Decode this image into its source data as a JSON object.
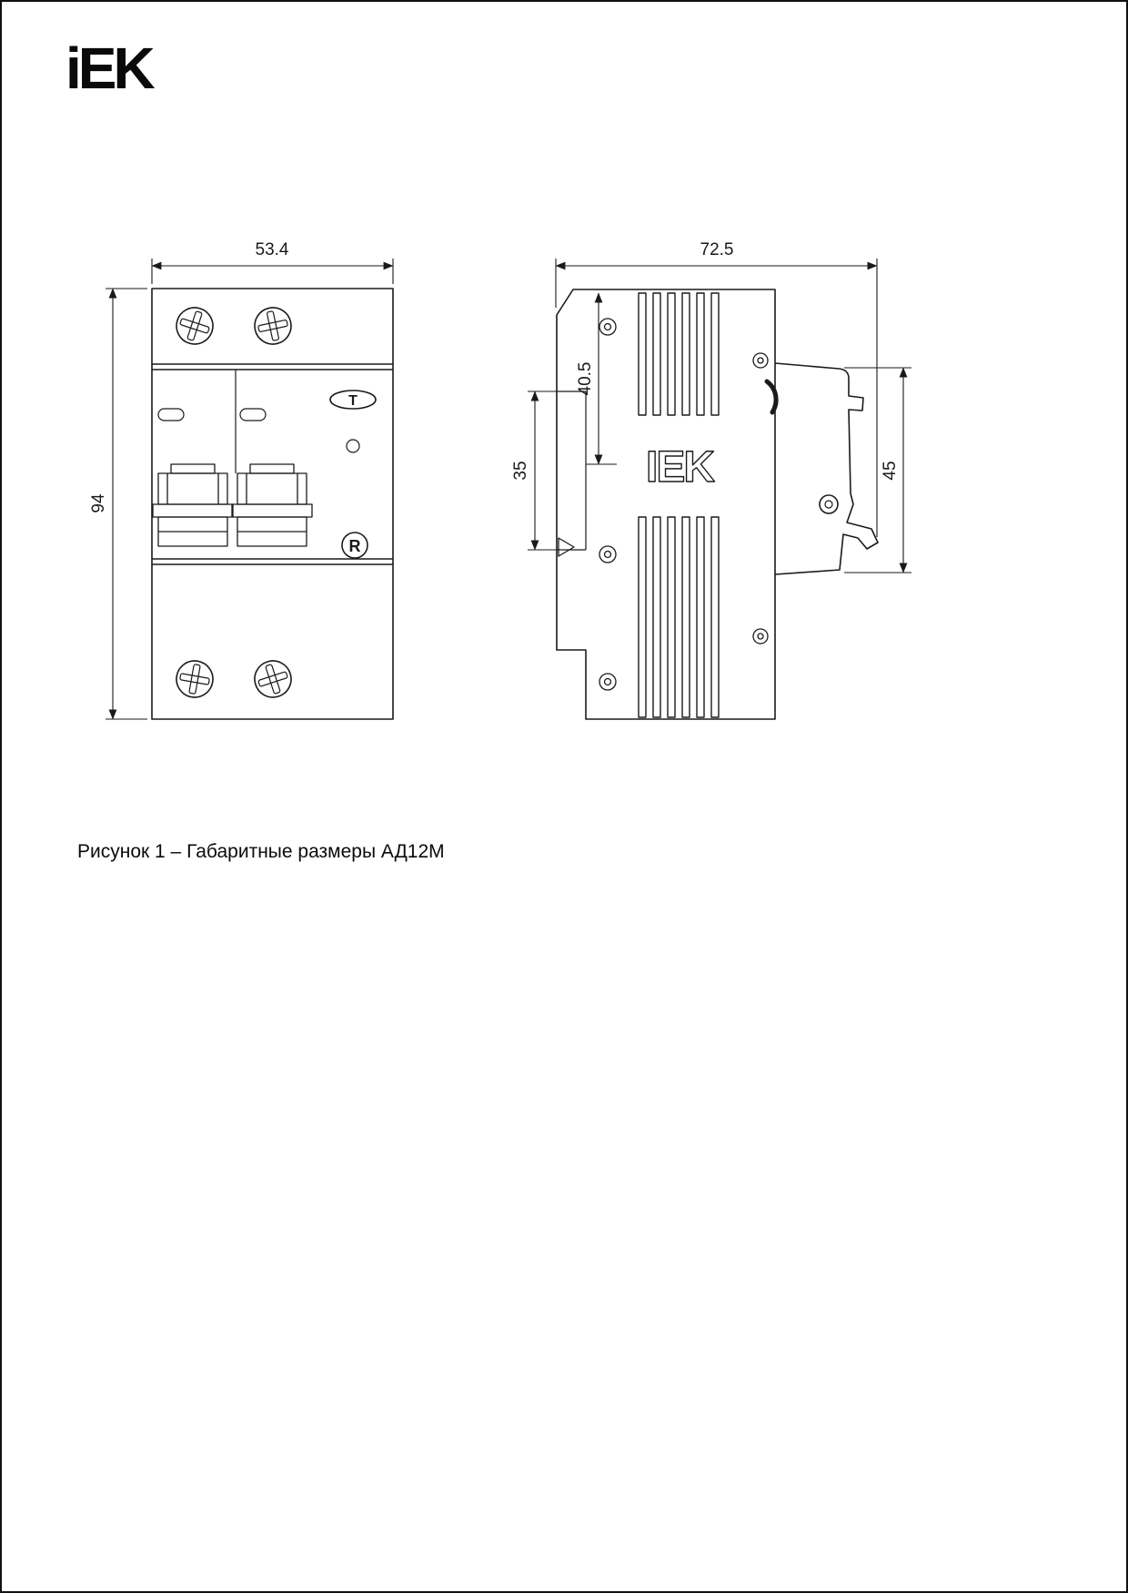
{
  "brand": {
    "logo_text": "iEK"
  },
  "caption": {
    "text": "Рисунок 1 – Габаритные размеры АД12М"
  },
  "front_view": {
    "dim_width": "53.4",
    "dim_height": "94",
    "test_button": "T",
    "reset_button": "R"
  },
  "side_view": {
    "dim_depth": "72.5",
    "dim_top": "40.5",
    "dim_rail": "35",
    "dim_back": "45",
    "brand_mark": "IEK"
  }
}
